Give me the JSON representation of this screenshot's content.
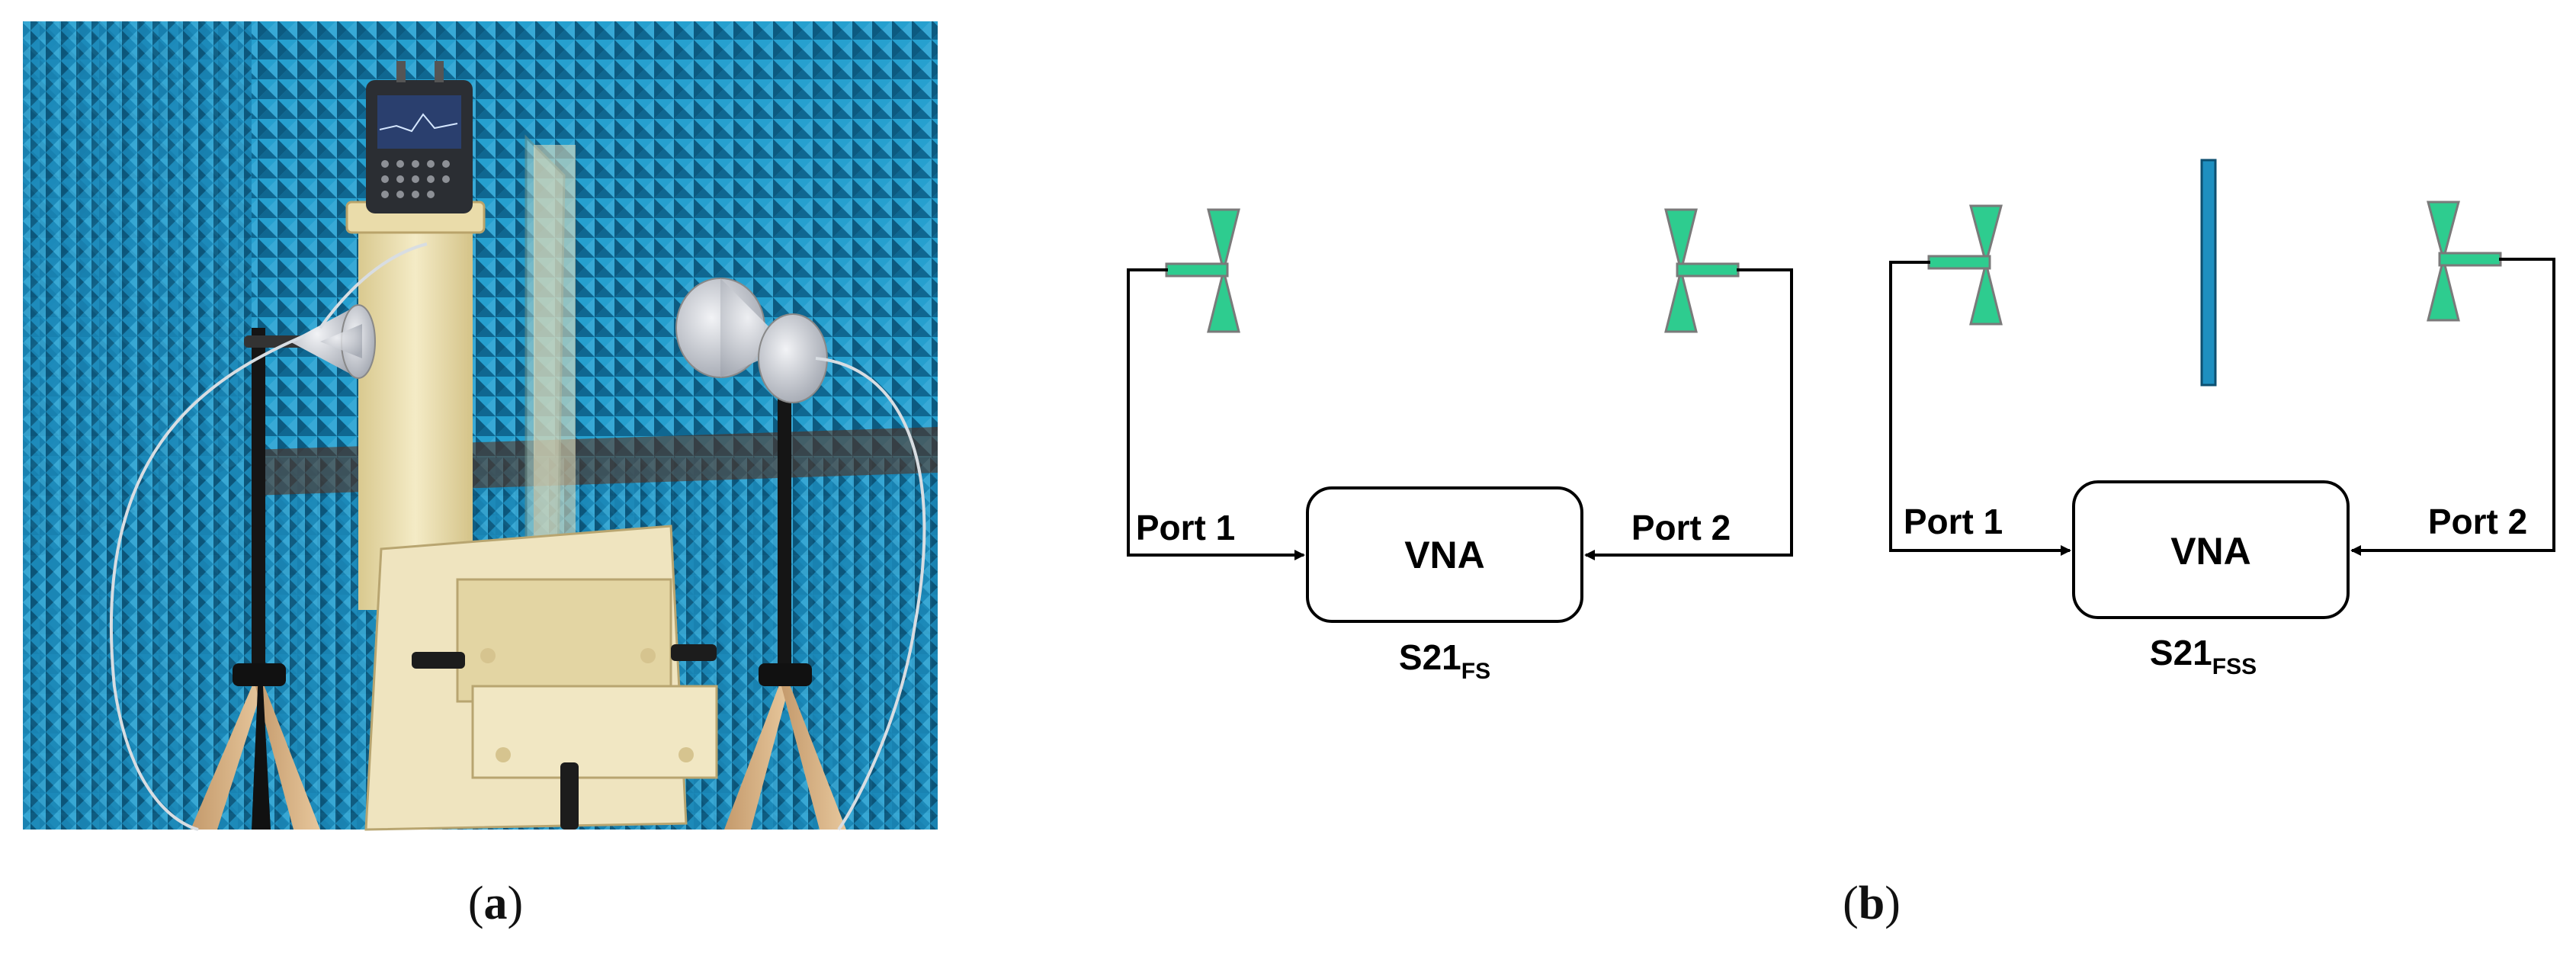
{
  "panel_a": {
    "caption_open": "(",
    "caption_letter": "a",
    "caption_close": ")",
    "colors": {
      "absorber": "#1c8fbf",
      "absorber_dark": "#0d5f86",
      "stand": "#efe3b8",
      "antenna": "#c9ccd3"
    }
  },
  "panel_b": {
    "caption_open": "(",
    "caption_letter": "b",
    "caption_close": ")",
    "left_setup": {
      "box_label": "VNA",
      "port1_label": "Port 1",
      "port2_label": "Port 2",
      "measurement": "S21",
      "subscript": "FS"
    },
    "right_setup": {
      "box_label": "VNA",
      "port1_label": "Port 1",
      "port2_label": "Port 2",
      "measurement": "S21",
      "subscript": "FSS"
    },
    "colors": {
      "antenna_fill": "#2ecc8f",
      "antenna_stroke": "#7a7a7a",
      "fss_panel": "#1e8fc0",
      "line": "#000000"
    }
  }
}
